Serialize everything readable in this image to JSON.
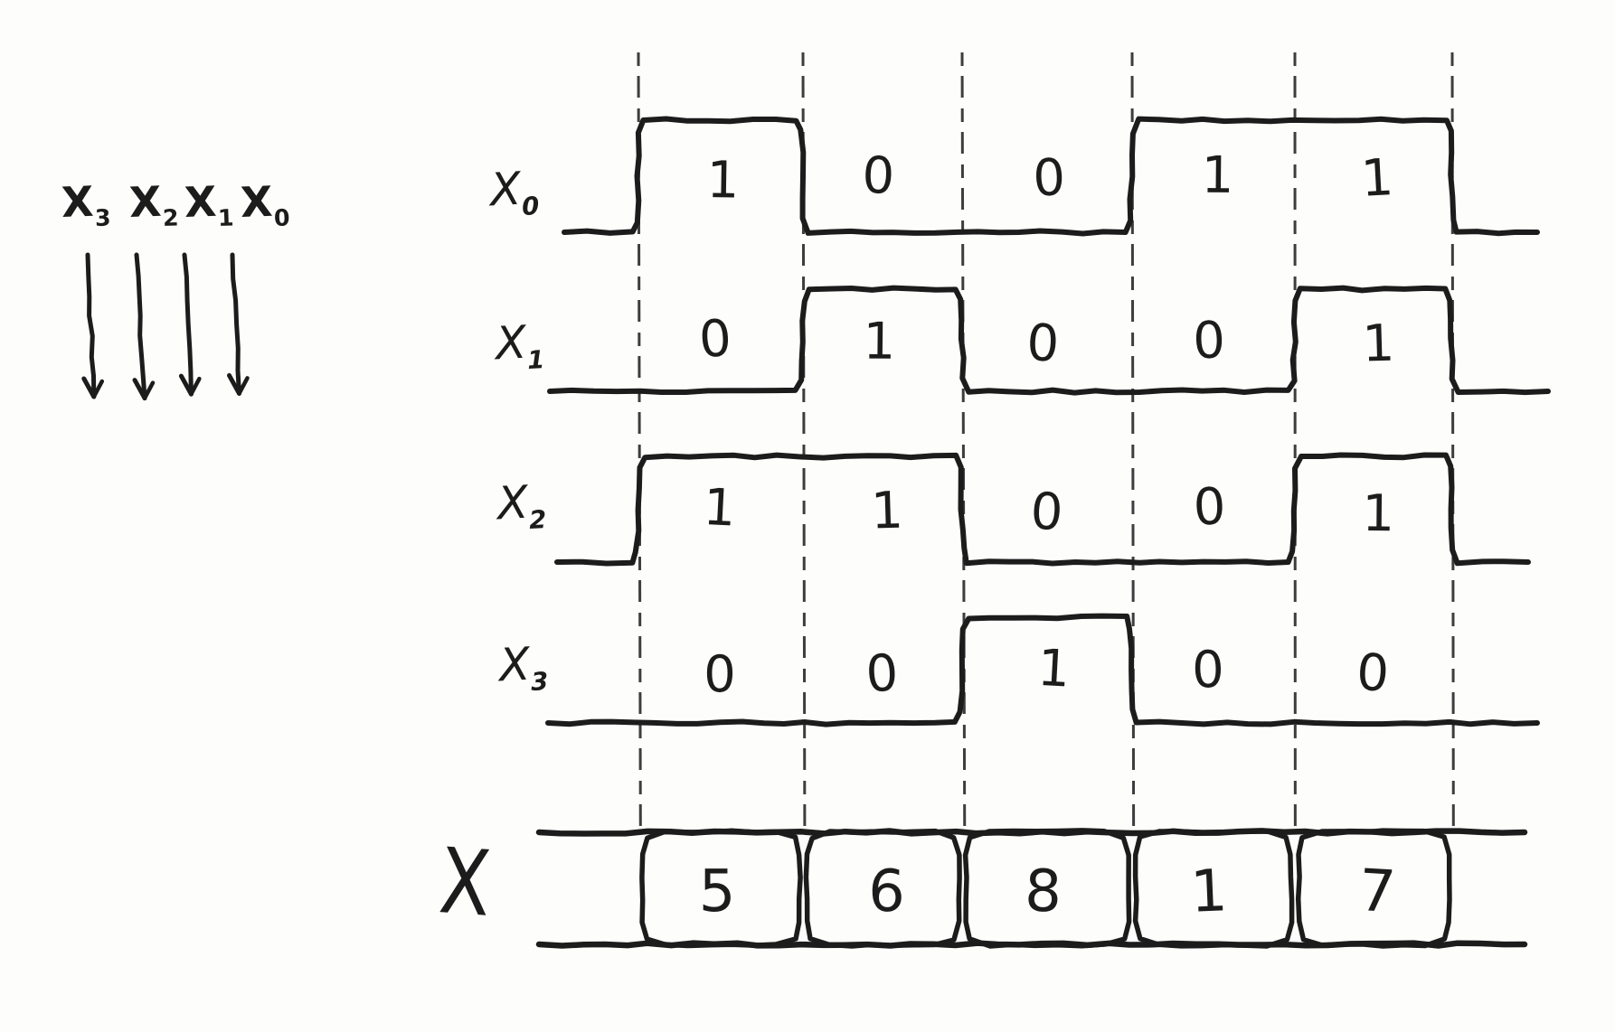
{
  "colors": {
    "ink": "#1c1c1c",
    "paper": "#fdfdfc"
  },
  "legend": {
    "items": [
      {
        "base": "X",
        "sub": "3"
      },
      {
        "base": "X",
        "sub": "2"
      },
      {
        "base": "X",
        "sub": "1"
      },
      {
        "base": "X",
        "sub": "0"
      }
    ]
  },
  "rows": [
    {
      "base": "X",
      "sub": "0"
    },
    {
      "base": "X",
      "sub": "1"
    },
    {
      "base": "X",
      "sub": "2"
    },
    {
      "base": "X",
      "sub": "3"
    }
  ],
  "bus_label": "X",
  "chart_data": {
    "type": "timing-diagram",
    "periods": 5,
    "bit_weight_order_left_to_right": [
      "X3",
      "X2",
      "X1",
      "X0"
    ],
    "signals": [
      {
        "name": "X0",
        "bits": [
          1,
          0,
          0,
          1,
          1
        ]
      },
      {
        "name": "X1",
        "bits": [
          0,
          1,
          0,
          0,
          1
        ]
      },
      {
        "name": "X2",
        "bits": [
          1,
          1,
          0,
          0,
          1
        ]
      },
      {
        "name": "X3",
        "bits": [
          0,
          0,
          1,
          0,
          0
        ]
      }
    ],
    "bus": {
      "name": "X",
      "values": [
        5,
        6,
        8,
        1,
        7
      ]
    }
  }
}
